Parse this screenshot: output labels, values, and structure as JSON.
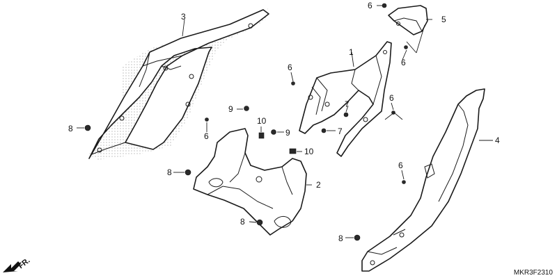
{
  "callouts": {
    "p1": "1",
    "p2": "2",
    "p3": "3",
    "p4": "4",
    "p5": "5",
    "p6a": "6",
    "p6b": "6",
    "p6c": "6",
    "p6d": "6",
    "p6e": "6",
    "p6f": "6",
    "p7a": "7",
    "p7b": "7",
    "p8a": "8",
    "p8b": "8",
    "p8c": "8",
    "p8d": "8",
    "p9a": "9",
    "p9b": "9",
    "p10a": "10",
    "p10b": "10"
  },
  "direction_label": "FR.",
  "diagram_code": "MKR3F2310"
}
